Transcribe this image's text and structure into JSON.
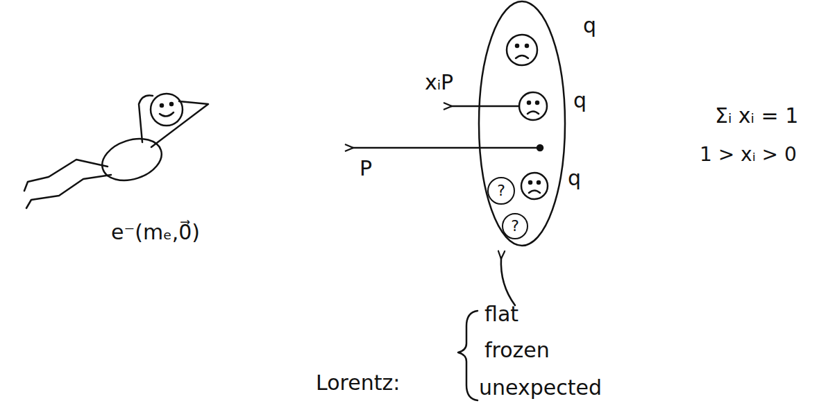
{
  "diagram": {
    "nodes": [
      {
        "text": [
          "?"
        ]
      },
      {
        "text": [
          "?"
        ]
      }
    ],
    "labels": [
      "e⁻(mₑ,0⃗)",
      "q",
      "xᵢP",
      "q",
      "P",
      "q",
      "Σᵢ xᵢ = 1",
      "1 > xᵢ > 0",
      "Lorentz:",
      "flat",
      "frozen",
      "unexpected"
    ]
  }
}
